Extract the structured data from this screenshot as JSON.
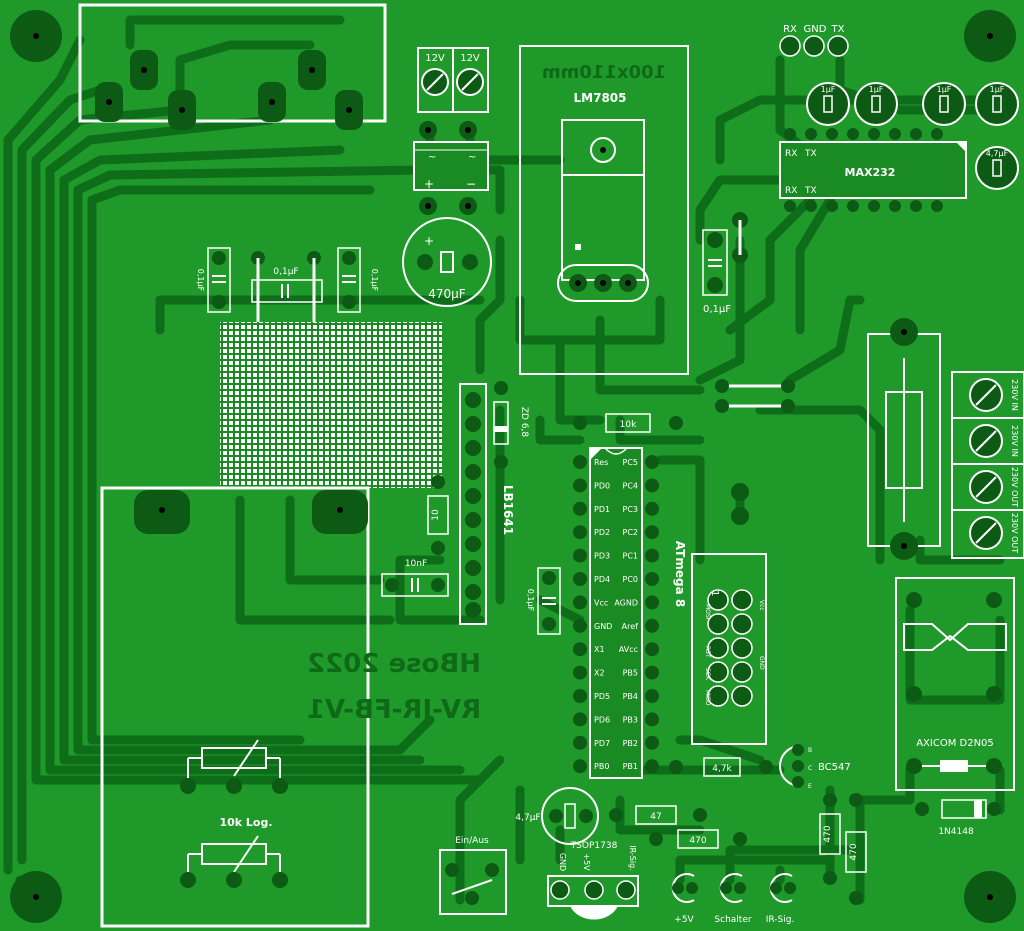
{
  "board": {
    "colors": {
      "copper": "#1f9a2a",
      "trace": "#0e6d18",
      "pad": "#0c5a14",
      "silk": "#ffffff",
      "hole": "#000000"
    },
    "mirror_text": [
      "100x110mm",
      "HBose 2022",
      "RV-IR-FB-V1"
    ]
  },
  "components": {
    "power_in": [
      "12V",
      "12V"
    ],
    "regulator": "LM7805",
    "bridge_ac": "~",
    "bridge_plus": "+",
    "bridge_minus": "−",
    "cap_470": "470µF",
    "cap_01_left": "0,1µF",
    "cap_01_mid": "0,1µF",
    "cap_01_right": "0,1µF",
    "cap_01_reg": "0,1µF",
    "cap_01_mcu": "0,1µF",
    "cap_10n": "10nF",
    "res_10": "10",
    "res_10k": "10k",
    "res_47k": "4,7k",
    "res_47": "47",
    "res_470a": "470",
    "res_470b": "470",
    "res_470c": "470",
    "zener": "ZD 6,8",
    "amp": "LB1641",
    "mcu": "ATmega 8",
    "max232": "MAX232",
    "max_rx1": "RX",
    "max_tx1": "TX",
    "max_rx2": "RX",
    "max_tx2": "TX",
    "serial": [
      "RX",
      "GND",
      "TX"
    ],
    "caps_1u": [
      "1µF",
      "1µF",
      "1µF",
      "1µF"
    ],
    "cap_47u_max": "4,7µF",
    "transistor": "BC547",
    "relay": "AXICOM D2N05",
    "diode": "1N4148",
    "ir": "TSOP1738",
    "cap_47u_ir": "4,7µF",
    "ir_pins": [
      "GND",
      "+5V",
      "IR-Sig."
    ],
    "switch": "Ein/Aus",
    "pot": "10k Log.",
    "terminals": [
      "230V IN",
      "230V IN",
      "230V OUT",
      "230V OUT"
    ],
    "leds": [
      "+5V",
      "Schalter",
      "IR-Sig."
    ],
    "mcu_left": [
      "Res",
      "PD0",
      "PD1",
      "PD2",
      "PD3",
      "PD4",
      "Vcc",
      "GND",
      "X1",
      "X2",
      "PD5",
      "PD6",
      "PD7",
      "PB0"
    ],
    "mcu_right": [
      "PC5",
      "PC4",
      "PC3",
      "PC2",
      "PC1",
      "PC0",
      "AGND",
      "Aref",
      "AVcc",
      "PB5",
      "PB4",
      "PB3",
      "PB2",
      "PB1"
    ],
    "isp_labels": [
      "MOSI",
      "RST",
      "SCK",
      "MISO",
      "Vcc",
      "GND",
      "1"
    ],
    "transistor_pins": [
      "B",
      "C",
      "E"
    ]
  }
}
